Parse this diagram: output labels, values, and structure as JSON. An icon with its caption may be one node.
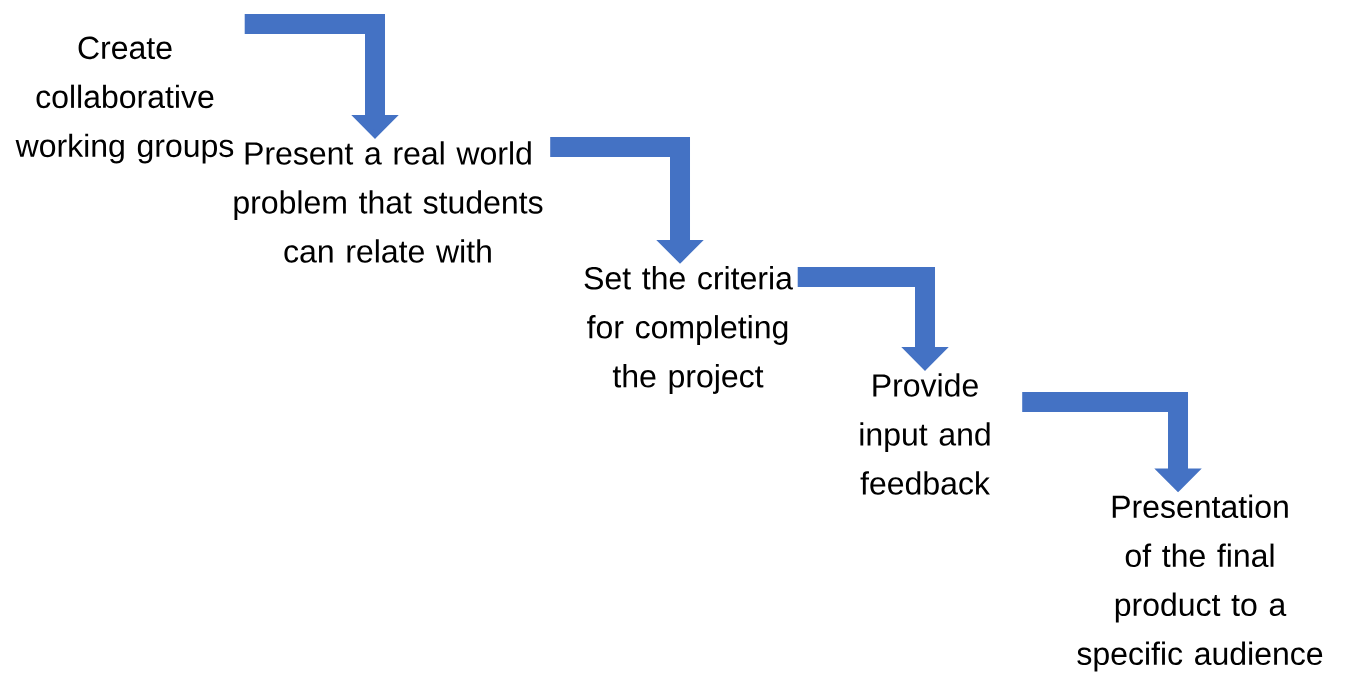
{
  "diagram": {
    "nodes": [
      {
        "text": [
          "Create collaborative working groups"
        ]
      },
      {
        "text": [
          "Present a real world problem that students can relate with"
        ]
      },
      {
        "text": [
          "Set the criteria for completing the project"
        ]
      },
      {
        "text": [
          "Provide input and feedback"
        ]
      },
      {
        "text": [
          "Presentation of the final product to a specific audience"
        ]
      }
    ],
    "edges": [
      {
        "from": 0,
        "to": 1,
        "arrow": "to"
      },
      {
        "from": 1,
        "to": 2,
        "arrow": "to"
      },
      {
        "from": 2,
        "to": 3,
        "arrow": "to"
      },
      {
        "from": 3,
        "to": 4,
        "arrow": "to"
      }
    ]
  }
}
